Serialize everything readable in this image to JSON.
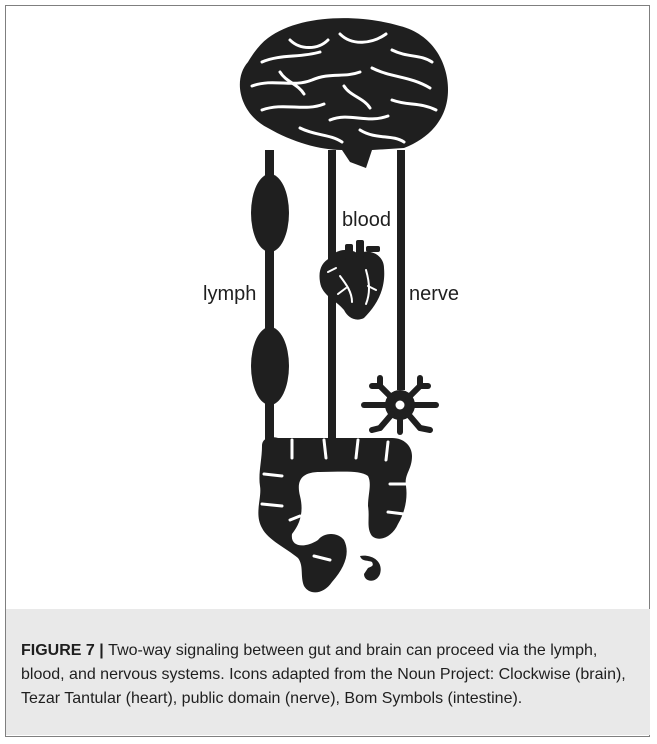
{
  "diagram": {
    "labels": {
      "lymph": "lymph",
      "blood": "blood",
      "nerve": "nerve"
    },
    "colors": {
      "icon": "#1f1f1f",
      "caption_bg": "#e9e9e9",
      "frame": "#7f7f7f"
    },
    "icons": [
      "brain-icon",
      "heart-icon",
      "neuron-icon",
      "intestine-icon",
      "lymph-node-icon"
    ]
  },
  "caption": {
    "label": "FIGURE 7",
    "separator": " | ",
    "text": "Two-way signaling between gut and brain can proceed via the lymph, blood, and nervous systems. Icons adapted from the Noun Project: Clockwise (brain), Tezar Tantular (heart), public domain (nerve), Bom Symbols (intestine)."
  }
}
